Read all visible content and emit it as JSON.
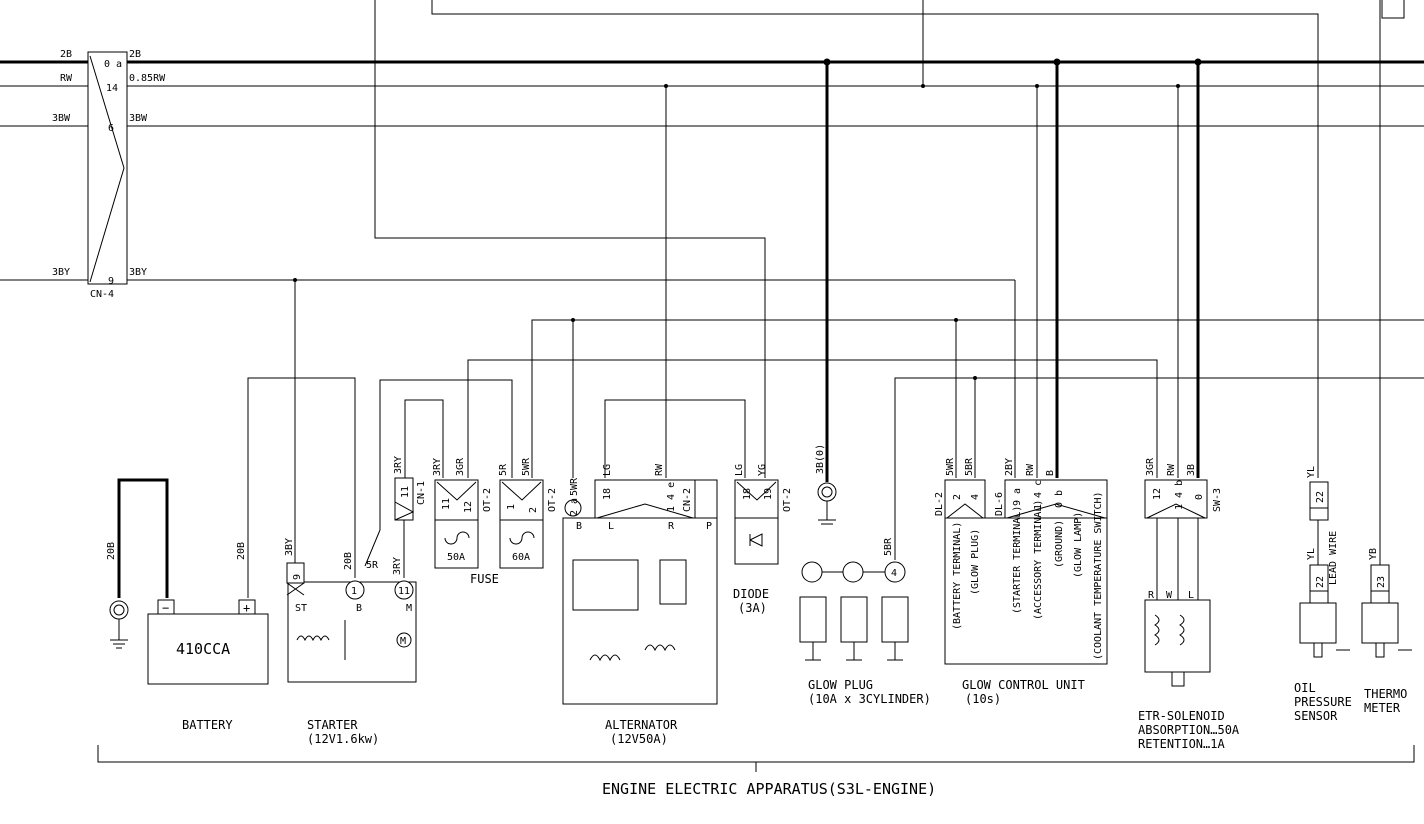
{
  "connector_cn4": {
    "id": "CN-4",
    "rows": [
      {
        "left": "2B",
        "pin": "0 a",
        "right": "2B"
      },
      {
        "left": "RW",
        "pin": "14",
        "right": "0.85RW"
      },
      {
        "left": "3BW",
        "pin": "6",
        "right": "3BW"
      },
      {
        "left": "3BY",
        "pin": "9",
        "right": "3BY"
      }
    ]
  },
  "battery": {
    "label": "BATTERY",
    "rating": "410CCA",
    "wire_neg": "20B",
    "wire_pos": "20B",
    "minus": "−",
    "plus": "+"
  },
  "starter": {
    "label": "STARTER",
    "spec": "(12V1.6kw)",
    "wire_st": "3BY",
    "pin_st": "9",
    "wire_b": "20B",
    "pin_b": "1",
    "wire_5r": "5R",
    "wire_m": "3RY",
    "pin_m": "11",
    "st": "ST",
    "b": "B",
    "m": "M",
    "motor": "M"
  },
  "cn1": {
    "wire": "3RY",
    "pin": "11",
    "id": "CN-1"
  },
  "fuse": {
    "label": "FUSE",
    "f50": {
      "wires": [
        "3RY",
        "3GR"
      ],
      "pins": [
        "11",
        "12"
      ],
      "id": "OT-2",
      "rating": "50A"
    },
    "f60": {
      "wires": [
        "5R",
        "5WR"
      ],
      "pins": [
        "1",
        "2"
      ],
      "id": "OT-2",
      "rating": "60A"
    }
  },
  "alternator": {
    "label": "ALTERNATOR",
    "spec": "(12V50A)",
    "wire_2a": "5WR",
    "pin_2a": "2 a",
    "wire_lg": "LG",
    "pin_lg": "18",
    "wire_rw": "RW",
    "pin_rw": "1 4 e",
    "id": "CN-2",
    "terms": [
      "B",
      "L",
      "R",
      "P"
    ]
  },
  "diode": {
    "label": "DIODE",
    "spec": "(3A)",
    "wires": [
      "LG",
      "YG"
    ],
    "pins": [
      "18",
      "19"
    ],
    "id": "OT-2"
  },
  "glow_plug": {
    "label": "GLOW PLUG",
    "spec": "(10A x 3CYLINDER)",
    "wire_ground": "3B(0)",
    "wire_5br": "5BR",
    "pin": "4"
  },
  "glow_control": {
    "label": "GLOW CONTROL UNIT",
    "spec": "(10s)",
    "dl2": {
      "id": "DL-2",
      "wires": [
        "5WR",
        "5BR"
      ],
      "pins": [
        "2",
        "4"
      ]
    },
    "dl6": {
      "id": "DL-6",
      "wires": [
        "2BY",
        "RW",
        "B"
      ],
      "pins": [
        "9 a",
        "1 4 c",
        "0 b"
      ]
    },
    "terminals": [
      "(BATTERY TERMINAL)",
      "(GLOW PLUG)",
      "(STARTER TERMINAL)",
      "(ACCESSORY TERMINAL)",
      "(GROUND)",
      "(GLOW LAMP)",
      "(COOLANT TEMPERATURE SWITCH)"
    ]
  },
  "etr_solenoid": {
    "label": "ETR-SOLENOID",
    "absorption": "ABSORPTION…50A",
    "retention": "RETENTION…1A",
    "id": "SW-3",
    "wires": [
      "3GR",
      "RW",
      "3B"
    ],
    "pins": [
      "12",
      "1 4 b",
      "0"
    ],
    "terms": [
      "R",
      "W",
      "L"
    ]
  },
  "oil_pressure": {
    "label_lines": [
      "OIL",
      "PRESSURE",
      "SENSOR"
    ],
    "wire": "YL",
    "pin": "22",
    "wire2": "YL",
    "pin2": "22",
    "lead": "LEAD WIRE"
  },
  "thermo": {
    "label_lines": [
      "THERMO",
      "METER"
    ],
    "wire": "YB",
    "pin": "23"
  },
  "group_title": "ENGINE ELECTRIC APPARATUS(S3L-ENGINE)"
}
